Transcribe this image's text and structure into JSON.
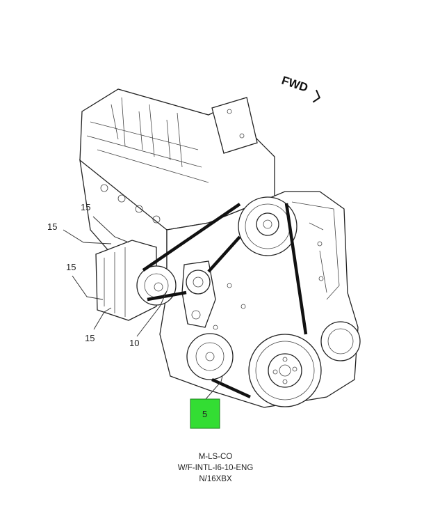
{
  "direction_marker": {
    "label": "FWD",
    "icon": "forward-arrow-icon"
  },
  "callouts": [
    {
      "id": "c1",
      "label": "15"
    },
    {
      "id": "c2",
      "label": "15"
    },
    {
      "id": "c3",
      "label": "15"
    },
    {
      "id": "c4",
      "label": "15"
    },
    {
      "id": "c5",
      "label": "10"
    },
    {
      "id": "c6",
      "label": "5",
      "highlight_color": "#33dd33"
    }
  ],
  "reference": {
    "line1": "M-LS-CO",
    "line2": "W/F-INTL-I6-10-ENG",
    "line3": "N/16XBX"
  }
}
